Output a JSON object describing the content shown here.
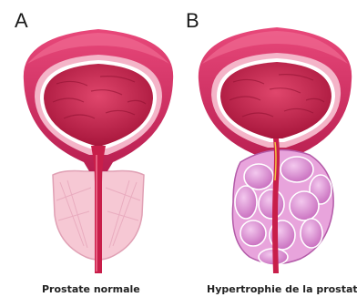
{
  "panels": [
    {
      "letter": "A",
      "caption": "Prostate normale"
    },
    {
      "letter": "B",
      "caption": "Hypertrophie de la prostate"
    }
  ],
  "colors": {
    "bladder_outer": "#d8346a",
    "bladder_wall": "#f2a9c0",
    "bladder_lumen": "#c81e4a",
    "prostate_normal": "#f6c8d4",
    "prostate_enlarged": "#e89ad6",
    "nodule": "#d67ac8"
  }
}
